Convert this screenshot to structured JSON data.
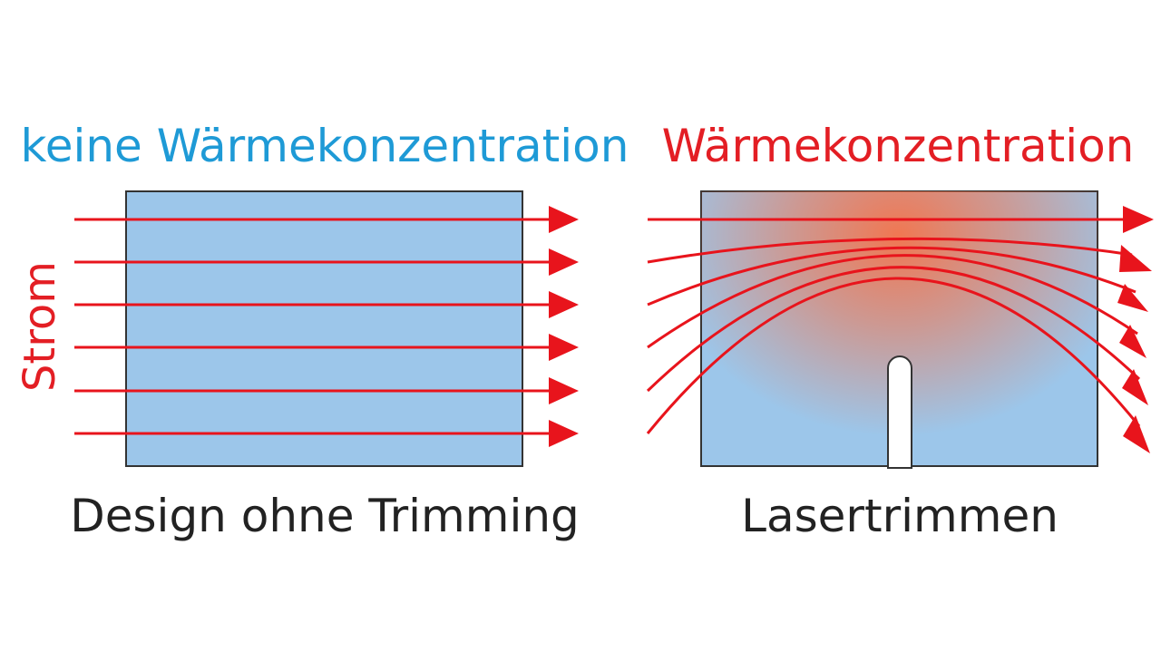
{
  "left_panel": {
    "title": "keine Wärmekonzentration",
    "caption": "Design ohne Trimming"
  },
  "right_panel": {
    "title": "Wärmekonzentration",
    "caption": "Lasertrimmen"
  },
  "current_label": "Strom",
  "colors": {
    "title_left": "#1e9ad6",
    "title_right": "#e31e24",
    "current_label": "#e31e24",
    "arrow": "#e8141c",
    "panel_fill": "#9cc6ea",
    "panel_border": "#333333",
    "caption": "#222222",
    "heat_center": "#f5734a"
  }
}
